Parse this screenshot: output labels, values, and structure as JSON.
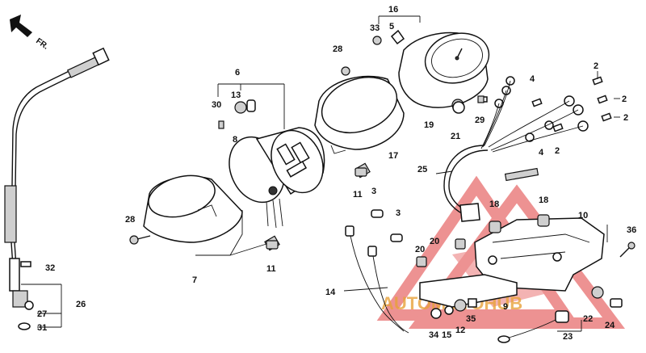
{
  "direction": {
    "label": "FR."
  },
  "callouts": {
    "c2a": "2",
    "c2b": "2",
    "c2c": "2",
    "c2d": "2",
    "c3a": "3",
    "c3b": "3",
    "c4a": "4",
    "c4b": "4",
    "c5": "5",
    "c6": "6",
    "c7": "7",
    "c8": "8",
    "c9": "9",
    "c10": "10",
    "c11a": "11",
    "c11b": "11",
    "c12": "12",
    "c13": "13",
    "c14": "14",
    "c15": "15",
    "c16": "16",
    "c17": "17",
    "c18a": "18",
    "c18b": "18",
    "c19": "19",
    "c20a": "20",
    "c20b": "20",
    "c21": "21",
    "c22": "22",
    "c23": "23",
    "c24": "24",
    "c25": "25",
    "c26": "26",
    "c27": "27",
    "c28a": "28",
    "c28b": "28",
    "c29": "29",
    "c30": "30",
    "c31": "31",
    "c32": "32",
    "c33": "33",
    "c34": "34",
    "c35": "35",
    "c36": "36"
  },
  "watermark": {
    "text": "AUTOMOTOHUB",
    "colors": {
      "logo": "#e03a3a",
      "text": "#e8a23a"
    }
  }
}
